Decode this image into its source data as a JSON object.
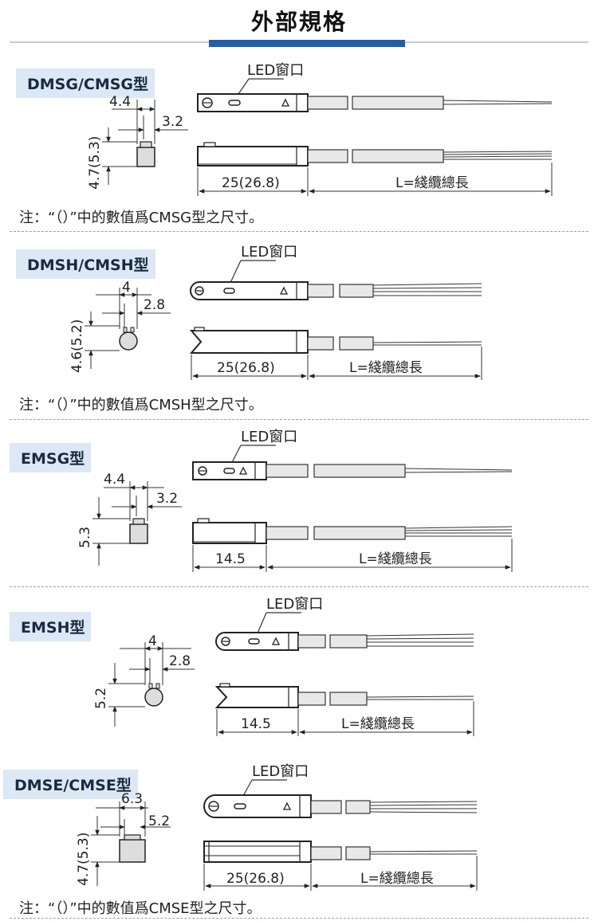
{
  "page": {
    "title": "外部規格"
  },
  "led_label": "LED窗口",
  "sections": [
    {
      "model": "DMSG/CMSG型",
      "end_width": "4.4",
      "end_inner": "3.2",
      "end_height": "4.7(5.3)",
      "body_length": "25(26.8)",
      "cable_length": "L=綫纜總長",
      "note": "注：“（）”中的數值爲CMSG型之尺寸。"
    },
    {
      "model": "DMSH/CMSH型",
      "end_width": "4",
      "end_inner": "2.8",
      "end_height": "4.6(5.2)",
      "body_length": "25(26.8)",
      "cable_length": "L=綫纜總長",
      "note": "注：“（）”中的數值爲CMSH型之尺寸。"
    },
    {
      "model": "EMSG型",
      "end_width": "4.4",
      "end_inner": "3.2",
      "end_height": "5.3",
      "body_length": "14.5",
      "cable_length": "L=綫纜總長"
    },
    {
      "model": "EMSH型",
      "end_width": "4",
      "end_inner": "2.8",
      "end_height": "5.2",
      "body_length": "14.5",
      "cable_length": "L=綫纜總長"
    },
    {
      "model": "DMSE/CMSE型",
      "end_width": "6.3",
      "end_inner": "5.2",
      "end_height": "4.7(5.3)",
      "body_length": "25(26.8)",
      "cable_length": "L=綫纜總長",
      "note": "注：“（）”中的數值爲CMSE型之尺寸。"
    }
  ]
}
